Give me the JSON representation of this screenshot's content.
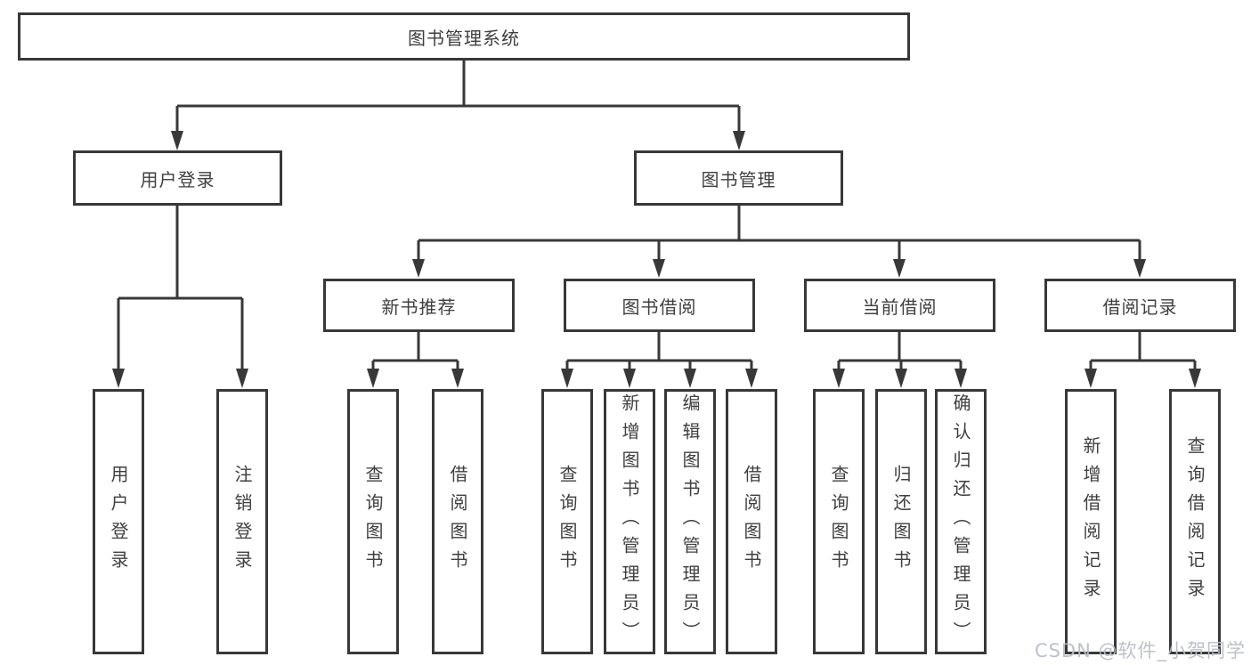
{
  "diagram": {
    "root": "图书管理系统",
    "branches": {
      "user_login": {
        "label": "用户登录",
        "children": {
          "login": "用户登录",
          "logout": "注销登录"
        }
      },
      "book_mgmt": {
        "label": "图书管理",
        "children": {
          "new_books": {
            "label": "新书推荐",
            "children": {
              "query": "查询图书",
              "borrow": "借阅图书"
            }
          },
          "borrowing": {
            "label": "图书借阅",
            "children": {
              "query": "查询图书",
              "add": "新增图书（管理员）",
              "edit": "编辑图书（管理员）",
              "borrow": "借阅图书"
            }
          },
          "current": {
            "label": "当前借阅",
            "children": {
              "query": "查询图书",
              "return": "归还图书",
              "confirm": "确认归还（管理员）"
            }
          },
          "records": {
            "label": "借阅记录",
            "children": {
              "add": "新增借阅记录",
              "query": "查询借阅记录"
            }
          }
        }
      }
    }
  },
  "watermark": "CSDN @软件_小贺同学",
  "colors": {
    "line": "#383838",
    "text": "#3f3f3f",
    "background": "#ffffff",
    "watermark": "#b9bec4"
  }
}
